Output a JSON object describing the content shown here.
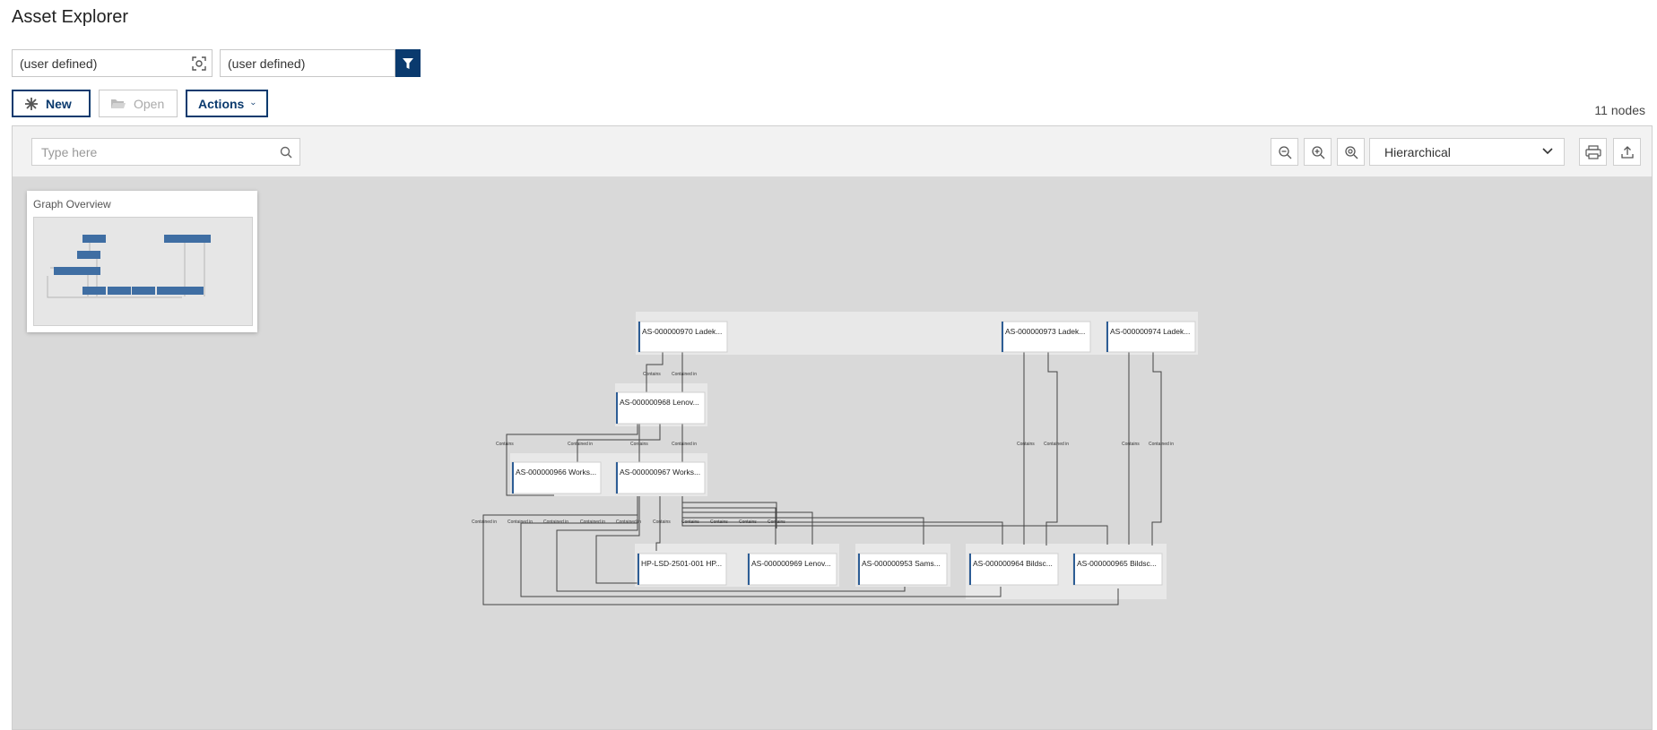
{
  "page": {
    "title": "Asset Explorer"
  },
  "filters": {
    "filter1_value": "(user defined)",
    "filter2_value": "(user defined)"
  },
  "toolbar": {
    "new_label": "New",
    "open_label": "Open",
    "actions_label": "Actions",
    "node_count": "11 nodes"
  },
  "graph_toolbar": {
    "search_placeholder": "Type here",
    "layout_value": "Hierarchical"
  },
  "overview": {
    "title": "Graph Overview"
  },
  "graph": {
    "nodes": {
      "n970": {
        "label": "AS-000000970 Ladek..."
      },
      "n973": {
        "label": "AS-000000973 Ladek..."
      },
      "n974": {
        "label": "AS-000000974 Ladek..."
      },
      "n968": {
        "label": "AS-000000968 Lenov..."
      },
      "n966": {
        "label": "AS-000000966 Works..."
      },
      "n967": {
        "label": "AS-000000967 Works..."
      },
      "n501": {
        "label": "HP-LSD-2501-001 HP..."
      },
      "n969": {
        "label": "AS-000000969 Lenov..."
      },
      "n953": {
        "label": "AS-000000953 Sams..."
      },
      "n964": {
        "label": "AS-000000964 Bildsc..."
      },
      "n965": {
        "label": "AS-000000965 Bildsc..."
      }
    },
    "edge_labels": {
      "contains": "Contains",
      "contained_in": "Contained in"
    }
  },
  "colors": {
    "brand": "#0a3a6e",
    "node_accent": "#2d5d95",
    "canvas": "#d9d9d9"
  }
}
